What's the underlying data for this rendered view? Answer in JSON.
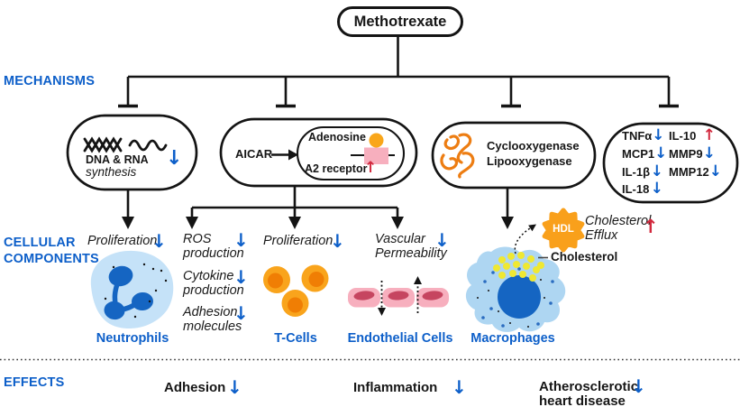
{
  "diagram_title": "Methotrexate",
  "section_labels": {
    "mechanisms": "MECHANISMS",
    "cellular_line1": "CELLULAR",
    "cellular_line2": "COMPONENTS",
    "effects": "EFFECTS"
  },
  "icons": {
    "down_arrow": "↓",
    "up_arrow": "↑",
    "dna_icon": "dna-double-helix",
    "rna_icon": "rna-wave",
    "enzyme_icon": "orange-protein-squiggle",
    "hdl_icon": "orange-gear-particle",
    "inhibition_icon": "t-bar-blunt-connector"
  },
  "colors": {
    "blue": "#0D5FC9",
    "red": "#D2293E",
    "orange": "#F9A01B",
    "light-blue": "#C5E2F8",
    "dark-blue": "#1565C2",
    "macro-blue": "#AED6F2",
    "pink": "#F7AFBE",
    "dark-pink": "#C64560",
    "yellow": "#EFE832",
    "ink": "#141414"
  },
  "mechanisms": {
    "dna_rna": {
      "name": "DNA & RNA",
      "sub": "synthesis",
      "direction": "down"
    },
    "adenosine_path": {
      "aicar": "AICAR",
      "adenosine": "Adenosine",
      "receptor": "A2 receptor",
      "direction": "up"
    },
    "enzymes": {
      "line1": "Cyclooxygenase",
      "line2": "Lipooxygenase"
    },
    "cytokines_left": [
      {
        "name": "TNFα",
        "direction": "down"
      },
      {
        "name": "MCP1",
        "direction": "down"
      },
      {
        "name": "IL-1β",
        "direction": "down"
      },
      {
        "name": "IL-18",
        "direction": "down"
      }
    ],
    "cytokines_right": [
      {
        "name": "IL-10",
        "direction": "up"
      },
      {
        "name": "MMP9",
        "direction": "down"
      },
      {
        "name": "MMP12",
        "direction": "down"
      }
    ]
  },
  "cellular_annotations": {
    "proliferation_neutrophils": "Proliferation",
    "ros_line1": "ROS",
    "ros_line2": "production",
    "cytokine_line1": "Cytokine",
    "cytokine_line2": "production",
    "adhesion_line1": "Adhesion",
    "adhesion_line2": "molecules",
    "proliferation_tcells": "Proliferation",
    "vascular_line1": "Vascular",
    "vascular_line2": "Permeability",
    "hdl": "HDL",
    "efflux_line1": "Cholesterol",
    "efflux_line2": "Efflux",
    "cholesterol": "Cholesterol"
  },
  "cell_labels": {
    "neutrophils": "Neutrophils",
    "tcells": "T-Cells",
    "endothelial": "Endothelial Cells",
    "macrophages": "Macrophages"
  },
  "effects": {
    "adhesion": "Adhesion",
    "inflammation": "Inflammation",
    "athero_line1": "Atherosclerotic",
    "athero_line2": "heart disease"
  }
}
